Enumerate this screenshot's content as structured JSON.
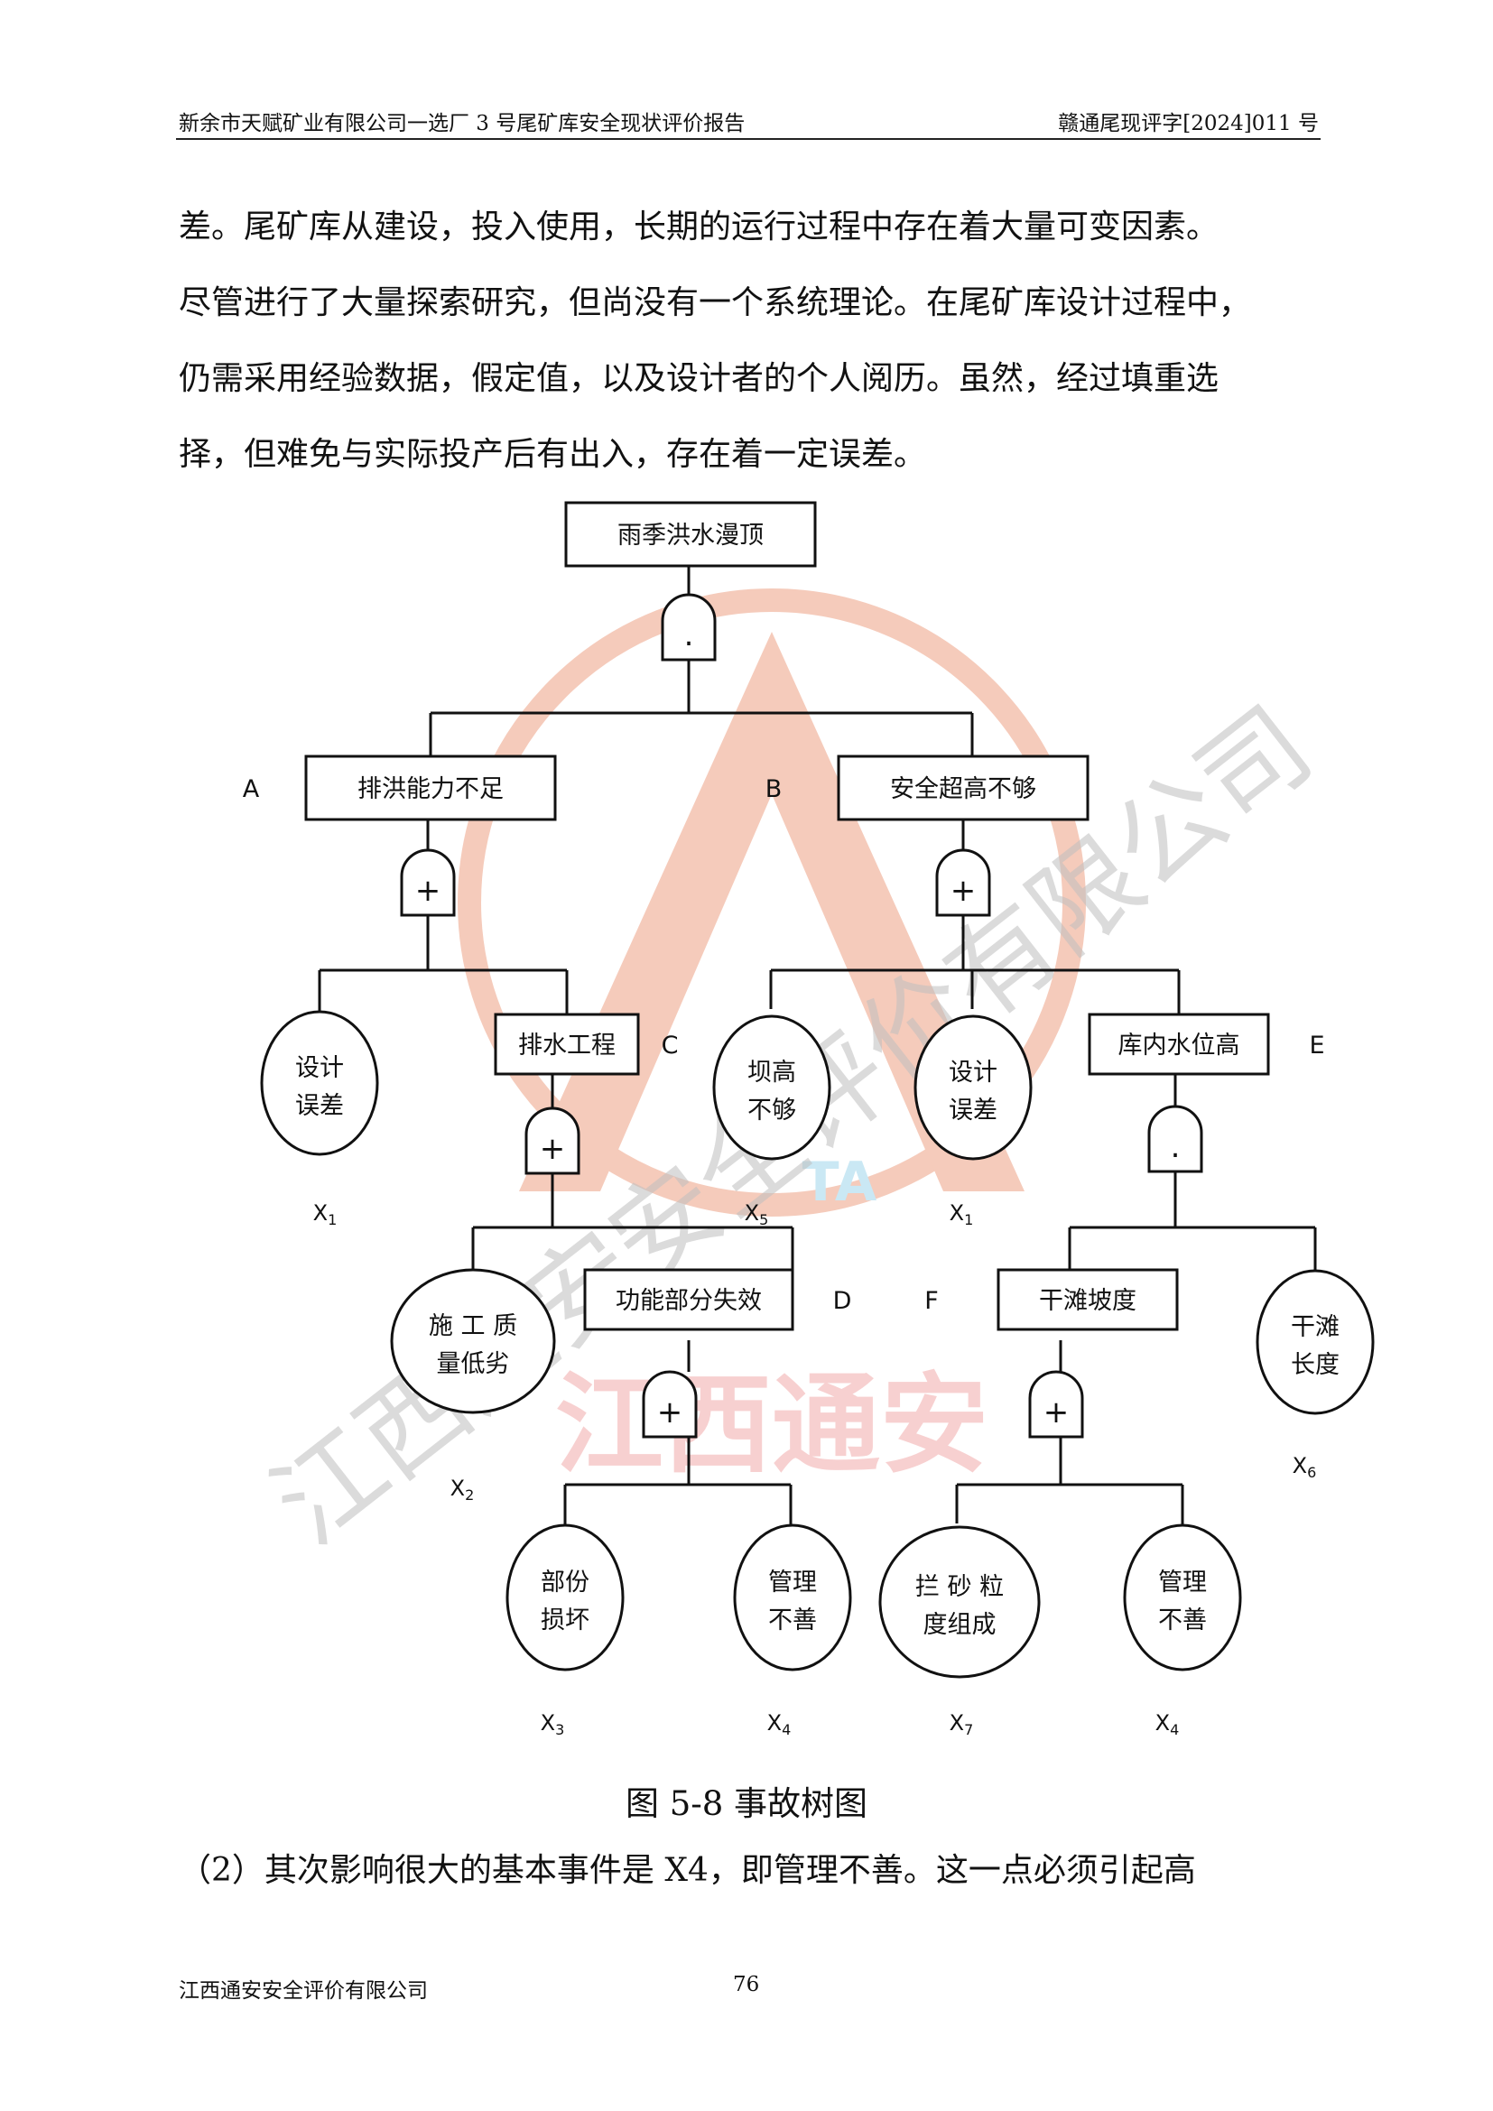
{
  "header": {
    "title": "新余市天赋矿业有限公司一选厂 3 号尾矿库安全现状评价报告",
    "doc_number": "赣通尾现评字[2024]011 号"
  },
  "body_paragraph": [
    "差。尾矿库从建设，投入使用，长期的运行过程中存在着大量可变因素。",
    "尽管进行了大量探索研究，但尚没有一个系统理论。在尾矿库设计过程中，",
    "仍需采用经验数据，假定值，以及设计者的个人阅历。虽然，经过填重选",
    "择，但难免与实际投产后有出入，存在着一定误差。"
  ],
  "fault_tree": {
    "top_event": "雨季洪水漫顶",
    "and_gate_symbol": ".",
    "or_gate_symbol": "+",
    "events": {
      "A": {
        "letter": "A",
        "label": "排洪能力不足"
      },
      "B": {
        "letter": "B",
        "label": "安全超高不够"
      },
      "C": {
        "letter": "C",
        "label": "排水工程"
      },
      "D": {
        "letter": "D",
        "label": "功能部分失效"
      },
      "E": {
        "letter": "E",
        "label": "库内水位高"
      },
      "F": {
        "letter": "F",
        "label": "干滩坡度"
      }
    },
    "basic_events": {
      "a_design": {
        "lines": [
          "设计",
          "误差"
        ],
        "code": "X",
        "sub": "1"
      },
      "x2": {
        "lines": [
          "施 工 质",
          "量低劣"
        ],
        "code": "X",
        "sub": "2"
      },
      "x3": {
        "lines": [
          "部份",
          "损坏"
        ],
        "code": "X",
        "sub": "3"
      },
      "x4_d": {
        "lines": [
          "管理",
          "不善"
        ],
        "code": "X",
        "sub": "4"
      },
      "x5": {
        "lines": [
          "坝高",
          "不够"
        ],
        "code": "X",
        "sub": "5"
      },
      "b_design": {
        "lines": [
          "设计",
          "误差"
        ],
        "code": "X",
        "sub": "1"
      },
      "x6": {
        "lines": [
          "干滩",
          "长度"
        ],
        "code": "X",
        "sub": "6"
      },
      "x7": {
        "lines": [
          "拦 砂 粒",
          "度组成"
        ],
        "code": "X",
        "sub": "7"
      },
      "x4_f": {
        "lines": [
          "管理",
          "不善"
        ],
        "code": "X",
        "sub": "4"
      }
    }
  },
  "watermark": {
    "text": "江西通安安全评价有限公司",
    "seal_text": "江西通安",
    "seal_color": "#e98a6a"
  },
  "figure_caption": "图 5-8 事故树图",
  "paragraph2": "（2）其次影响很大的基本事件是 X4，即管理不善。这一点必须引起高",
  "footer": {
    "company": "江西通安安全评价有限公司",
    "page_number": "76"
  }
}
